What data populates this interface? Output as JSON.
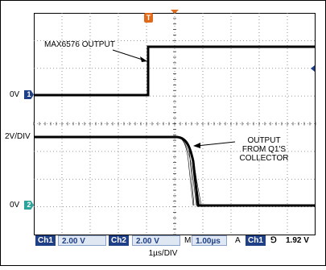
{
  "annotations": {
    "top_trace_label": "MAX6576 OUTPUT",
    "bottom_trace_label_line1": "OUTPUT",
    "bottom_trace_label_line2": "FROM Q1'S",
    "bottom_trace_label_line3": "COLLECTOR"
  },
  "left_labels": {
    "ch1_level": "0V",
    "scale": "2V/DIV",
    "ch2_level": "0V"
  },
  "markers": {
    "ch1": "1",
    "ch2": "2",
    "trigger": "T"
  },
  "status": {
    "ch1_tag": "Ch1",
    "ch1_scale": "2.00 V",
    "ch2_tag": "Ch2",
    "ch2_scale": "2.00 V",
    "m_label": "M",
    "timebase": "1.00µs",
    "a_label": "A",
    "trig_tag": "Ch1",
    "trig_edge": "⅁",
    "trig_level": "1.92 V"
  },
  "caption": "1µs/DIV",
  "colors": {
    "ch1_marker": "#1f3f86",
    "ch2_marker": "#2aa39a",
    "trigger": "#e06a1a",
    "status_tag": "#1f3f86"
  }
}
